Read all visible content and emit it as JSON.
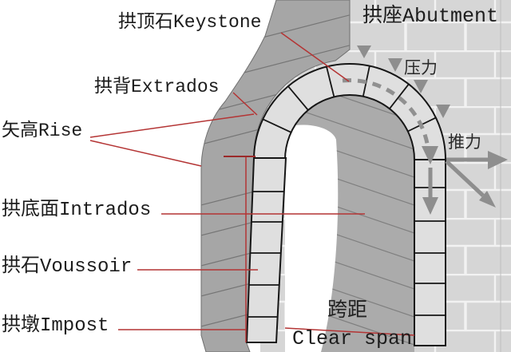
{
  "diagram": {
    "type": "arch-anatomy-diagram",
    "labels": {
      "keystone": "拱顶石Keystone",
      "abutment": "拱座Abutment",
      "extrados": "拱背Extrados",
      "rise": "矢高Rise",
      "intrados": "拱底面Intrados",
      "voussoir": "拱石Voussoir",
      "impost": "拱墩Impost",
      "span_zh": "跨距",
      "span_en": "Clear span",
      "pressure": "压力",
      "thrust": "推力"
    },
    "colors": {
      "leader_red": "#b43434",
      "wall_brick": "#d6d6d6",
      "mortar": "#f2f2f2",
      "stone_face": "#dfdfdf",
      "side_shade": "#a6a6a6",
      "opening_shade": "#ababab",
      "arrow_gray": "#8e8e8e",
      "outline": "#161616"
    },
    "icons": [
      {
        "name": "pressure-arrow",
        "count": 4,
        "direction": "down"
      },
      {
        "name": "thrust-line",
        "style": "dashed-arc"
      },
      {
        "name": "force-arrow-down",
        "count": 1
      },
      {
        "name": "force-arrow-right",
        "count": 1
      },
      {
        "name": "force-arrow-diagonal",
        "count": 1
      }
    ]
  }
}
